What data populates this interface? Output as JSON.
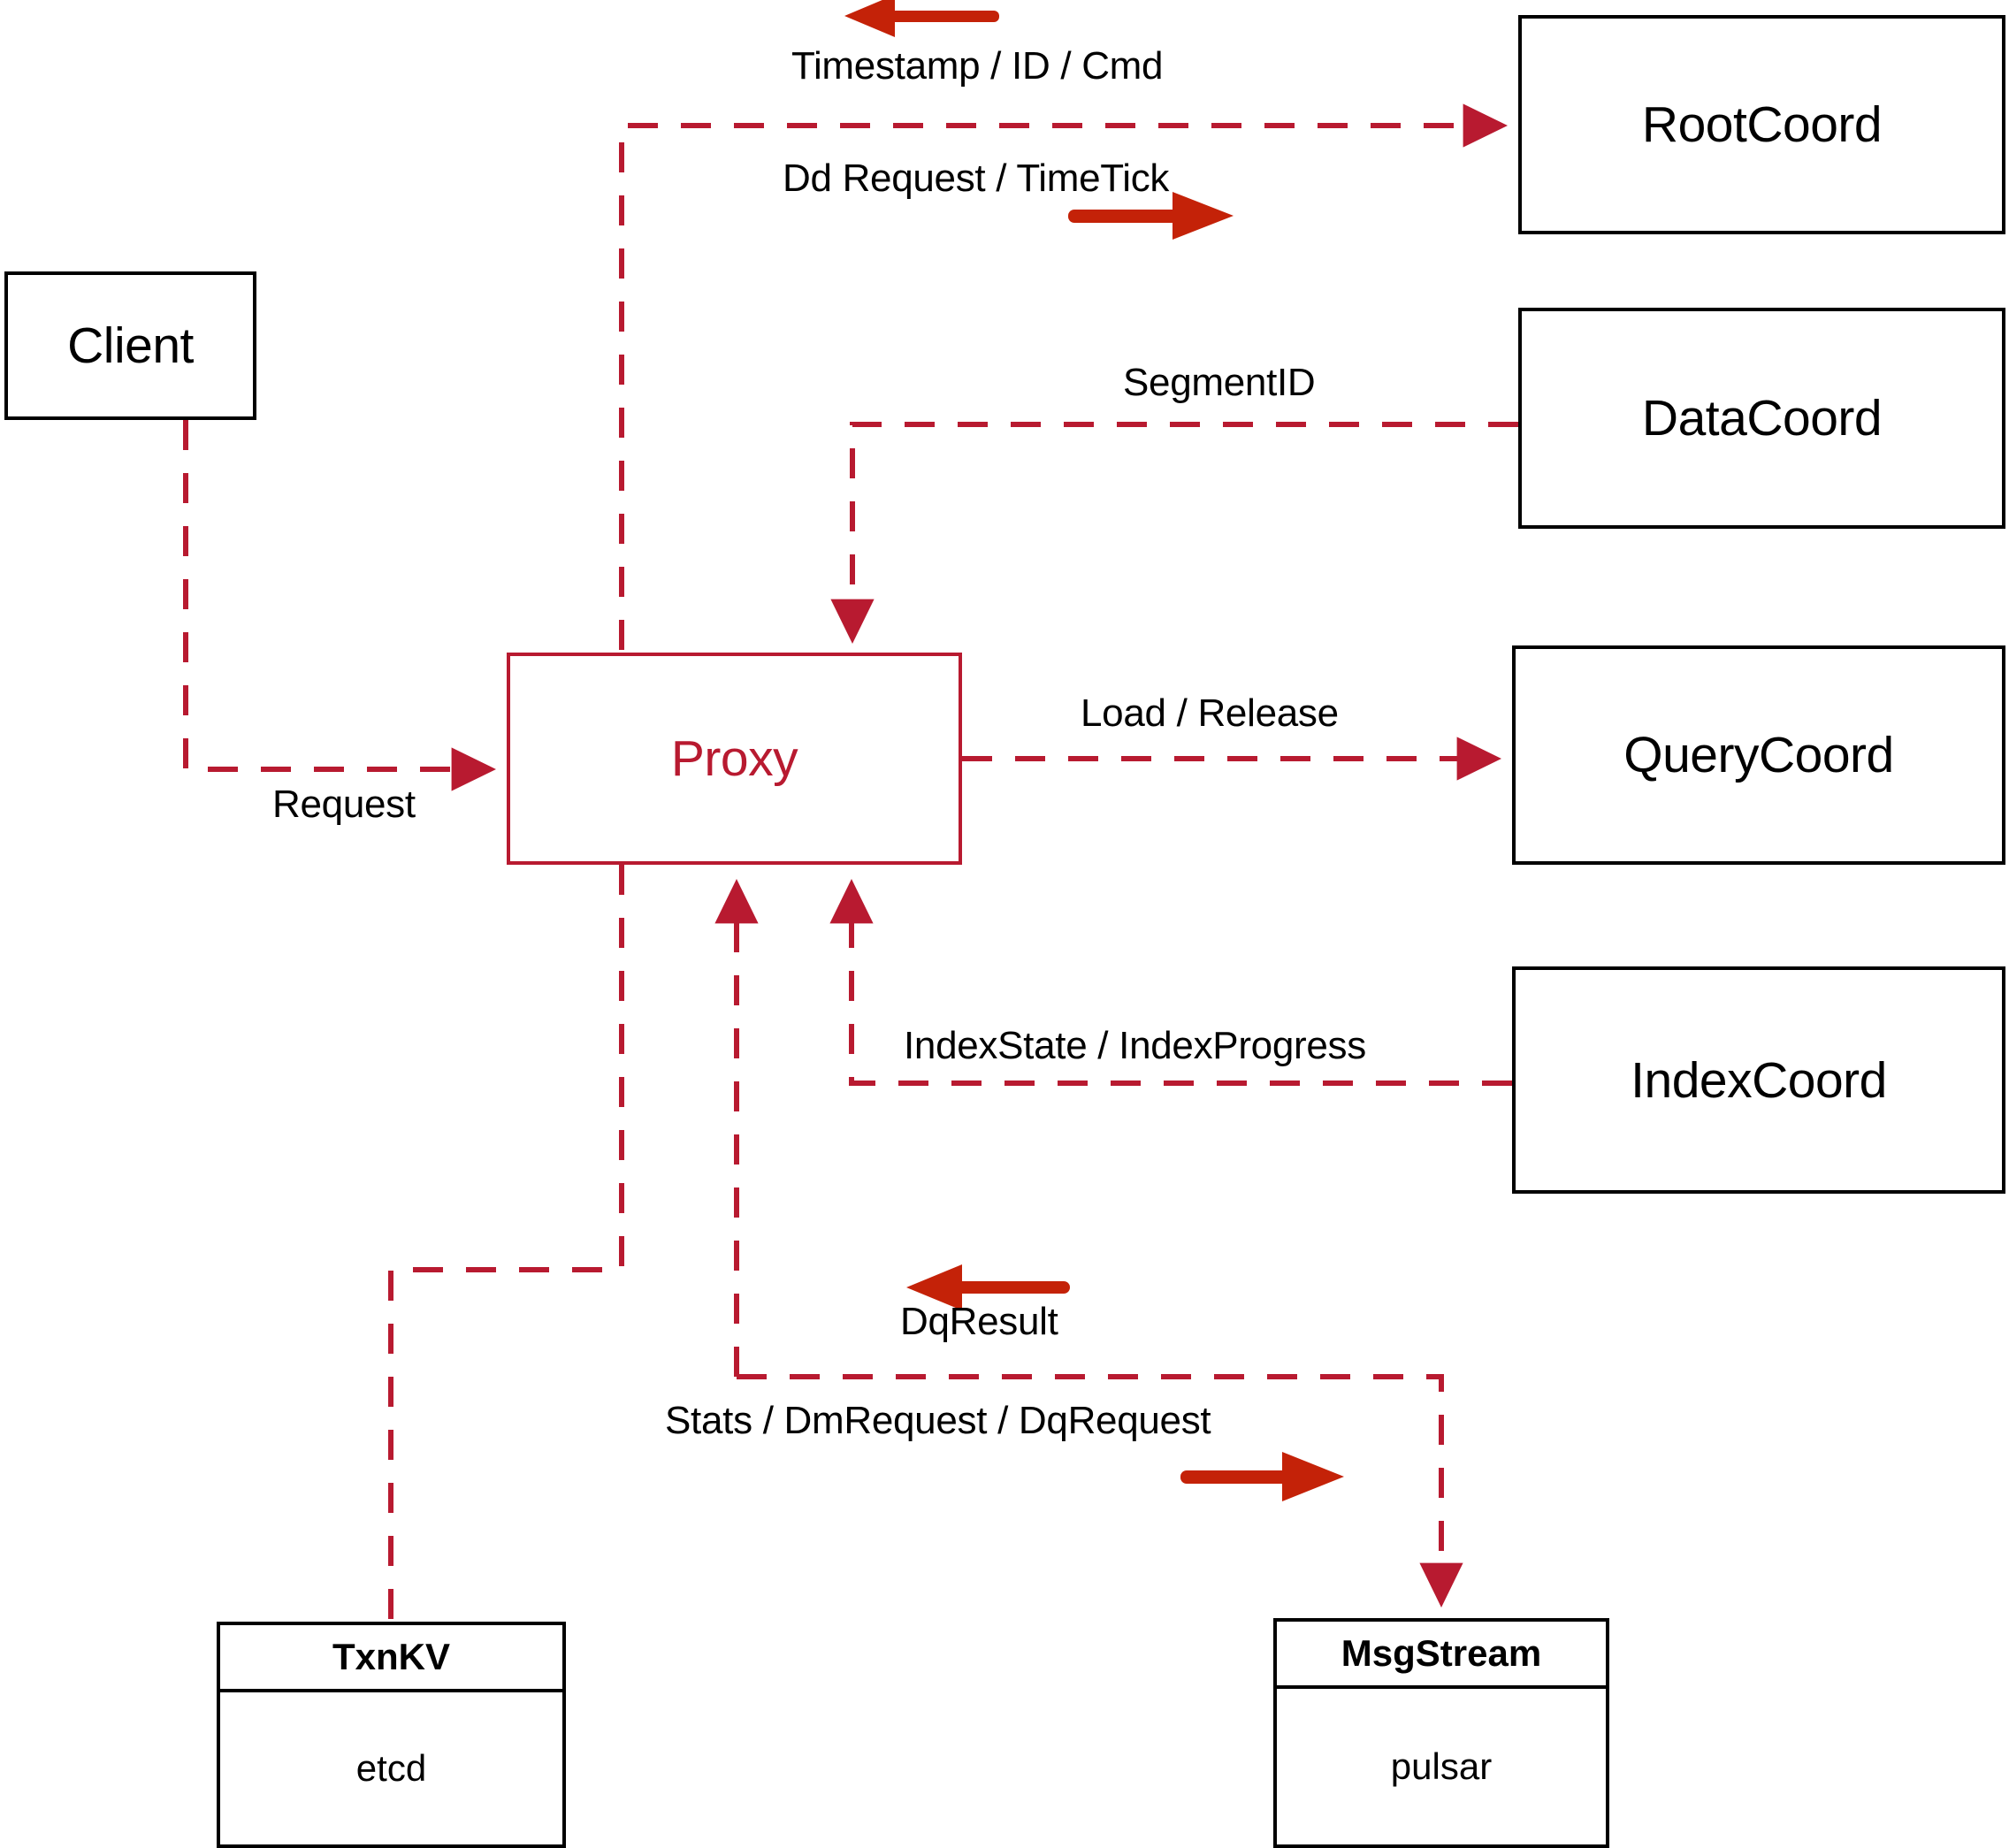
{
  "diagram": {
    "title": "Milvus Proxy component interaction diagram",
    "colors": {
      "accent": "#B81A30",
      "arrow_annotation": "#C42208",
      "box_border": "#000000",
      "background": "#ffffff"
    },
    "nodes": {
      "client": {
        "label": "Client"
      },
      "proxy": {
        "label": "Proxy"
      },
      "root_coord": {
        "label": "RootCoord"
      },
      "data_coord": {
        "label": "DataCoord"
      },
      "query_coord": {
        "label": "QueryCoord"
      },
      "index_coord": {
        "label": "IndexCoord"
      },
      "txn_kv": {
        "label": "TxnKV",
        "impl": "etcd"
      },
      "msg_stream": {
        "label": "MsgStream",
        "impl": "pulsar"
      }
    },
    "edge_labels": {
      "timestamp_id_cmd": "Timestamp / ID / Cmd",
      "dd_request_timetick": "Dd Request / TimeTick",
      "segment_id": "SegmentID",
      "request": "Request",
      "load_release": "Load / Release",
      "index_state_progress": "IndexState / IndexProgress",
      "dq_result": "DqResult",
      "stats_dm_dq_request": "Stats / DmRequest / DqRequest"
    },
    "annotation_arrows": [
      {
        "name": "timestamp-direction-arrow",
        "direction": "left"
      },
      {
        "name": "dd-request-direction-arrow",
        "direction": "right"
      },
      {
        "name": "dq-result-direction-arrow",
        "direction": "left"
      },
      {
        "name": "stats-request-direction-arrow",
        "direction": "right"
      }
    ]
  }
}
